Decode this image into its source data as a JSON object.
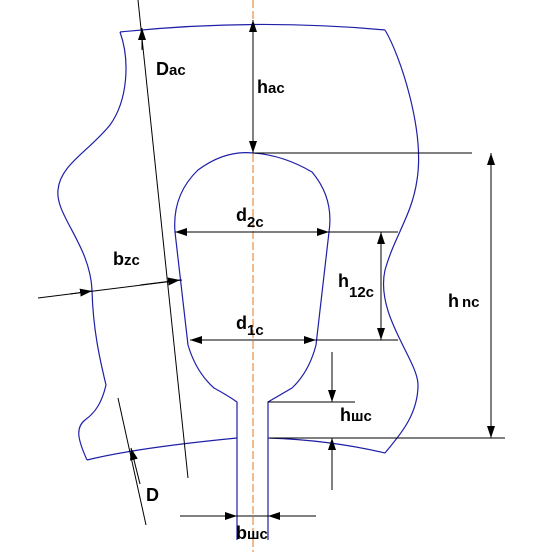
{
  "labels": {
    "d_ac": {
      "main": "D",
      "sub": "ac"
    },
    "h_ac": {
      "main": "h",
      "sub": "ac"
    },
    "d_2c": {
      "main": "d",
      "sub": "2c"
    },
    "b_zc": {
      "main": "b",
      "sub": "zc"
    },
    "h_12c": {
      "main": "h",
      "sub": "12c"
    },
    "h_nc": {
      "main": "h",
      "sub": "nc"
    },
    "d_1c": {
      "main": "d",
      "sub": "1c"
    },
    "h_shc": {
      "main": "h",
      "sub": "шс"
    },
    "d": {
      "main": "D",
      "sub": ""
    },
    "b_shc": {
      "main": "b",
      "sub": "шс"
    }
  },
  "colors": {
    "contour": "#1f1fa8",
    "axis": "#e07a1e",
    "dimension": "#000000"
  }
}
